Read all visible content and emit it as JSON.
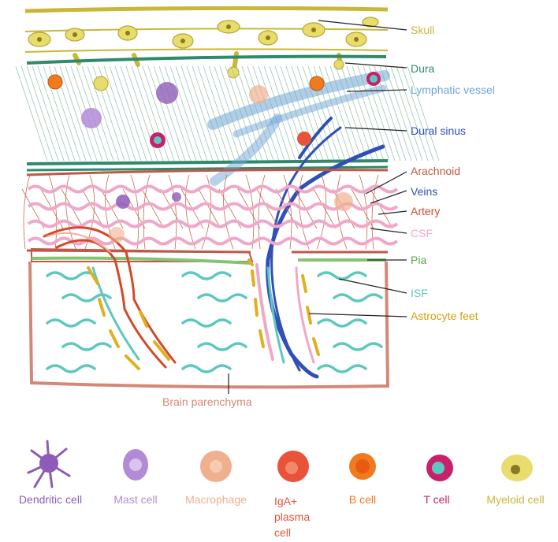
{
  "labels": {
    "skull": "Skull",
    "dura": "Dura",
    "lymphatic_vessel": "Lymphatic vessel",
    "dural_sinus": "Dural sinus",
    "arachnoid": "Arachnoid",
    "veins": "Veins",
    "artery": "Artery",
    "csf": "CSF",
    "pia": "Pia",
    "isf": "ISF",
    "astrocyte_feet": "Astrocyte feet",
    "brain_parenchyma": "Brain parenchyma"
  },
  "legend": [
    {
      "key": "dendritic",
      "label": "Dendritic cell",
      "color": "#8e5cb8"
    },
    {
      "key": "mast",
      "label": "Mast cell",
      "color": "#b28ad6"
    },
    {
      "key": "macrophage",
      "label": "Macrophage",
      "color": "#f0b090"
    },
    {
      "key": "iga",
      "label": "IgA+ plasma cell",
      "color": "#e8533a"
    },
    {
      "key": "bcell",
      "label": "B cell",
      "color": "#f07a20"
    },
    {
      "key": "tcell",
      "label": "T cell",
      "color": "#c8206a"
    },
    {
      "key": "myeloid",
      "label": "Myeloid cell",
      "color": "#d8c85a"
    }
  ],
  "colors": {
    "skull": "#c9b73a",
    "dura": "#2e8a6a",
    "lymphatic": "#6fa6d6",
    "sinus": "#3050b8",
    "arachnoid": "#c05848",
    "artery": "#d24a2a",
    "csf": "#f0a8c8",
    "pia": "#84c474",
    "isf": "#5cc8c0",
    "astrocyte": "#e0b020",
    "parenchyma": "#d48878"
  }
}
